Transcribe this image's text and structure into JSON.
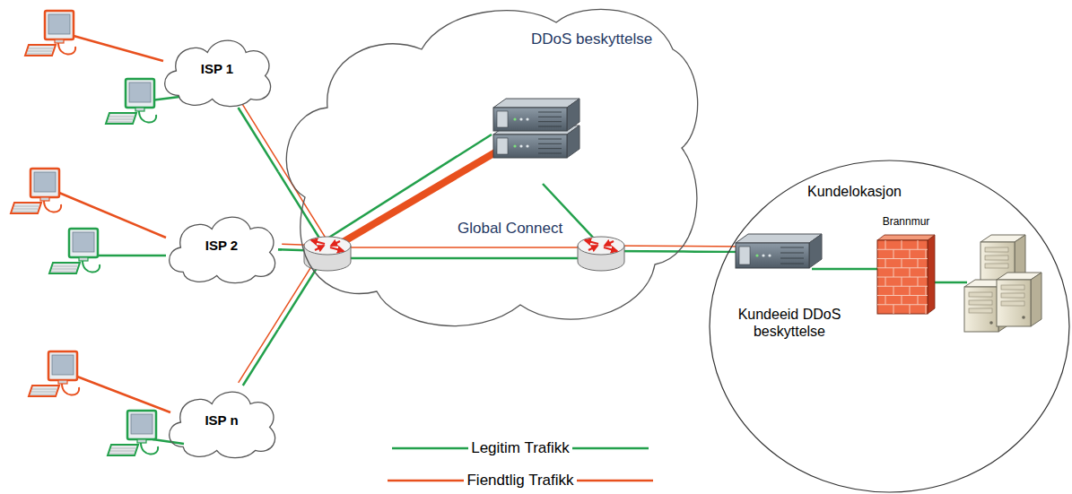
{
  "diagram": {
    "nodes": [
      {
        "text": [
          "ISP 1"
        ]
      },
      {
        "text": [
          "ISP 2"
        ]
      },
      {
        "text": [
          "ISP n"
        ]
      },
      {
        "text": [
          "Global Connect"
        ]
      },
      {
        "text": [
          "DDoS beskyttelse"
        ],
        "in": 3
      },
      {
        "text": [
          "Kundelokasjon"
        ]
      },
      {
        "text": [
          "Kundeeid DDoS beskyttelse"
        ],
        "in": 5
      },
      {
        "text": [
          "Brannmur"
        ],
        "in": 5
      }
    ],
    "edges": [
      {
        "from": 0,
        "to": 3,
        "arrow": "none"
      },
      {
        "from": 1,
        "to": 3,
        "arrow": "none"
      },
      {
        "from": 2,
        "to": 3,
        "arrow": "none"
      },
      {
        "from": 3,
        "to": 6,
        "arrow": "none"
      },
      {
        "from": 6,
        "to": 7,
        "arrow": "none"
      }
    ],
    "legend": [
      {
        "text": "Legitim Trafikk"
      },
      {
        "text": "Fiendtlig Trafikk"
      }
    ]
  }
}
